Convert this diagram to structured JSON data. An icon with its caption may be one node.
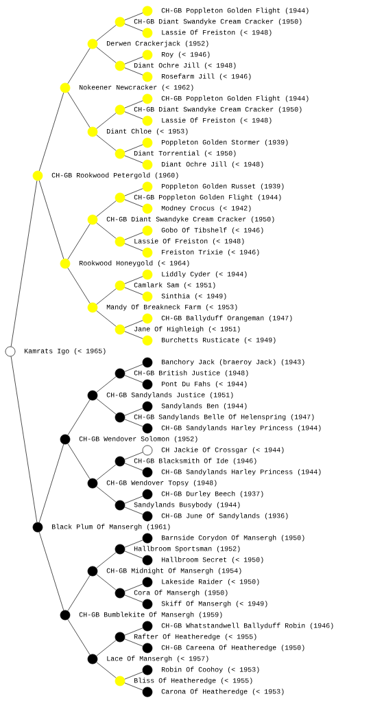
{
  "diagram": {
    "nodes": [
      {
        "text": [
          "CH-GB Poppleton Golden Flight (1944)"
        ]
      },
      {
        "text": [
          "CH-GB Diant Swandyke Cream Cracker (1950)"
        ]
      },
      {
        "text": [
          "Lassie Of Freiston (< 1948)"
        ]
      },
      {
        "text": [
          "Derwen Crackerjack (1952)"
        ]
      },
      {
        "text": [
          "Roy (< 1946)"
        ]
      },
      {
        "text": [
          "Diant Ochre Jill (< 1948)"
        ]
      },
      {
        "text": [
          "Rosefarm Jill (< 1946)"
        ]
      },
      {
        "text": [
          "Nokeener Newcracker (< 1962)"
        ]
      },
      {
        "text": [
          "CH-GB Poppleton Golden Flight (1944)"
        ]
      },
      {
        "text": [
          "CH-GB Diant Swandyke Cream Cracker (1950)"
        ]
      },
      {
        "text": [
          "Lassie Of Freiston (< 1948)"
        ]
      },
      {
        "text": [
          "Diant Chloe (< 1953)"
        ]
      },
      {
        "text": [
          "Poppleton Golden Stormer (1939)"
        ]
      },
      {
        "text": [
          "Diant Torrential (< 1950)"
        ]
      },
      {
        "text": [
          "Diant Ochre Jill (< 1948)"
        ]
      },
      {
        "text": [
          "CH-GB Rookwood Petergold (1960)"
        ]
      },
      {
        "text": [
          "Poppleton Golden Russet (1939)"
        ]
      },
      {
        "text": [
          "CH-GB Poppleton Golden Flight (1944)"
        ]
      },
      {
        "text": [
          "Modney Crocus (< 1942)"
        ]
      },
      {
        "text": [
          "CH-GB Diant Swandyke Cream Cracker (1950)"
        ]
      },
      {
        "text": [
          "Gobo Of Tibshelf (< 1946)"
        ]
      },
      {
        "text": [
          "Lassie Of Freiston (< 1948)"
        ]
      },
      {
        "text": [
          "Freiston Trixie (< 1946)"
        ]
      },
      {
        "text": [
          "Rookwood Honeygold (< 1964)"
        ]
      },
      {
        "text": [
          "Liddly Cyder (< 1944)"
        ]
      },
      {
        "text": [
          "Camlark Sam (< 1951)"
        ]
      },
      {
        "text": [
          "Sinthia (< 1949)"
        ]
      },
      {
        "text": [
          "Mandy Of Breakneck Farm (< 1953)"
        ]
      },
      {
        "text": [
          "CH-GB Ballyduff Orangeman (1947)"
        ]
      },
      {
        "text": [
          "Jane Of Highleigh (< 1951)"
        ]
      },
      {
        "text": [
          "Burchetts Rusticate (< 1949)"
        ]
      },
      {
        "text": [
          "Kamrats Igo (< 1965)"
        ]
      },
      {
        "text": [
          "Banchory Jack (braeroy Jack) (1943)"
        ]
      },
      {
        "text": [
          "CH-GB British Justice (1948)"
        ]
      },
      {
        "text": [
          "Pont Du Fahs (< 1944)"
        ]
      },
      {
        "text": [
          "CH-GB Sandylands Justice (1951)"
        ]
      },
      {
        "text": [
          "Sandylands Ben (1944)"
        ]
      },
      {
        "text": [
          "CH-GB Sandylands Belle Of Helenspring (1947)"
        ]
      },
      {
        "text": [
          "CH-GB Sandylands Harley Princess (1944)"
        ]
      },
      {
        "text": [
          "CH-GB Wendover Solomon (1952)"
        ]
      },
      {
        "text": [
          "CH Jackie Of Crossgar (< 1944)"
        ]
      },
      {
        "text": [
          "CH-GB Blacksmith Of Ide (1946)"
        ]
      },
      {
        "text": [
          "CH-GB Sandylands Harley Princess (1944)"
        ]
      },
      {
        "text": [
          "CH-GB Wendover Topsy (1948)"
        ]
      },
      {
        "text": [
          "CH-GB Durley Beech (1937)"
        ]
      },
      {
        "text": [
          "Sandylands Busybody (1944)"
        ]
      },
      {
        "text": [
          "CH-GB June Of Sandylands (1936)"
        ]
      },
      {
        "text": [
          "Black Plum Of Mansergh (1961)"
        ]
      },
      {
        "text": [
          "Barnside Corydon Of Mansergh (1950)"
        ]
      },
      {
        "text": [
          "Hallbroom Sportsman (1952)"
        ]
      },
      {
        "text": [
          "Hallbroom Secret (< 1950)"
        ]
      },
      {
        "text": [
          "CH-GB Midnight Of Mansergh (1954)"
        ]
      },
      {
        "text": [
          "Lakeside Raider (< 1950)"
        ]
      },
      {
        "text": [
          "Cora Of Mansergh (1950)"
        ]
      },
      {
        "text": [
          "Skiff Of Mansergh (< 1949)"
        ]
      },
      {
        "text": [
          "CH-GB Bumblekite Of Mansergh (1959)"
        ]
      },
      {
        "text": [
          "CH-GB Whatstandwell Ballyduff Robin (1946)"
        ]
      },
      {
        "text": [
          "Rafter Of Heatheredge (< 1955)"
        ]
      },
      {
        "text": [
          "CH-GB Careena Of Heatheredge (1950)"
        ]
      },
      {
        "text": [
          "Lace Of Mansergh (< 1957)"
        ]
      },
      {
        "text": [
          "Robin Of Coohoy (< 1953)"
        ]
      },
      {
        "text": [
          "Bliss Of Heatheredge (< 1955)"
        ]
      },
      {
        "text": [
          "Carona Of Heatheredge (< 1953)"
        ]
      }
    ],
    "edges": [
      {
        "from": 1,
        "to": 0,
        "arrow": "none"
      },
      {
        "from": 3,
        "to": 1,
        "arrow": "none"
      },
      {
        "from": 1,
        "to": 2,
        "arrow": "none"
      },
      {
        "from": 7,
        "to": 3,
        "arrow": "none"
      },
      {
        "from": 5,
        "to": 4,
        "arrow": "none"
      },
      {
        "from": 3,
        "to": 5,
        "arrow": "none"
      },
      {
        "from": 5,
        "to": 6,
        "arrow": "none"
      },
      {
        "from": 15,
        "to": 7,
        "arrow": "none"
      },
      {
        "from": 9,
        "to": 8,
        "arrow": "none"
      },
      {
        "from": 11,
        "to": 9,
        "arrow": "none"
      },
      {
        "from": 9,
        "to": 10,
        "arrow": "none"
      },
      {
        "from": 7,
        "to": 11,
        "arrow": "none"
      },
      {
        "from": 13,
        "to": 12,
        "arrow": "none"
      },
      {
        "from": 11,
        "to": 13,
        "arrow": "none"
      },
      {
        "from": 13,
        "to": 14,
        "arrow": "none"
      },
      {
        "from": 31,
        "to": 15,
        "arrow": "none"
      },
      {
        "from": 17,
        "to": 16,
        "arrow": "none"
      },
      {
        "from": 19,
        "to": 17,
        "arrow": "none"
      },
      {
        "from": 17,
        "to": 18,
        "arrow": "none"
      },
      {
        "from": 23,
        "to": 19,
        "arrow": "none"
      },
      {
        "from": 21,
        "to": 20,
        "arrow": "none"
      },
      {
        "from": 19,
        "to": 21,
        "arrow": "none"
      },
      {
        "from": 21,
        "to": 22,
        "arrow": "none"
      },
      {
        "from": 15,
        "to": 23,
        "arrow": "none"
      },
      {
        "from": 25,
        "to": 24,
        "arrow": "none"
      },
      {
        "from": 27,
        "to": 25,
        "arrow": "none"
      },
      {
        "from": 25,
        "to": 26,
        "arrow": "none"
      },
      {
        "from": 23,
        "to": 27,
        "arrow": "none"
      },
      {
        "from": 29,
        "to": 28,
        "arrow": "none"
      },
      {
        "from": 27,
        "to": 29,
        "arrow": "none"
      },
      {
        "from": 29,
        "to": 30,
        "arrow": "none"
      },
      {
        "from": 33,
        "to": 32,
        "arrow": "none"
      },
      {
        "from": 35,
        "to": 33,
        "arrow": "none"
      },
      {
        "from": 33,
        "to": 34,
        "arrow": "none"
      },
      {
        "from": 39,
        "to": 35,
        "arrow": "none"
      },
      {
        "from": 37,
        "to": 36,
        "arrow": "none"
      },
      {
        "from": 35,
        "to": 37,
        "arrow": "none"
      },
      {
        "from": 37,
        "to": 38,
        "arrow": "none"
      },
      {
        "from": 47,
        "to": 39,
        "arrow": "none"
      },
      {
        "from": 41,
        "to": 40,
        "arrow": "none"
      },
      {
        "from": 43,
        "to": 41,
        "arrow": "none"
      },
      {
        "from": 41,
        "to": 42,
        "arrow": "none"
      },
      {
        "from": 39,
        "to": 43,
        "arrow": "none"
      },
      {
        "from": 45,
        "to": 44,
        "arrow": "none"
      },
      {
        "from": 43,
        "to": 45,
        "arrow": "none"
      },
      {
        "from": 45,
        "to": 46,
        "arrow": "none"
      },
      {
        "from": 31,
        "to": 47,
        "arrow": "none"
      },
      {
        "from": 49,
        "to": 48,
        "arrow": "none"
      },
      {
        "from": 51,
        "to": 49,
        "arrow": "none"
      },
      {
        "from": 49,
        "to": 50,
        "arrow": "none"
      },
      {
        "from": 55,
        "to": 51,
        "arrow": "none"
      },
      {
        "from": 53,
        "to": 52,
        "arrow": "none"
      },
      {
        "from": 51,
        "to": 53,
        "arrow": "none"
      },
      {
        "from": 53,
        "to": 54,
        "arrow": "none"
      },
      {
        "from": 47,
        "to": 55,
        "arrow": "none"
      },
      {
        "from": 57,
        "to": 56,
        "arrow": "none"
      },
      {
        "from": 59,
        "to": 57,
        "arrow": "none"
      },
      {
        "from": 57,
        "to": 58,
        "arrow": "none"
      },
      {
        "from": 55,
        "to": 59,
        "arrow": "none"
      },
      {
        "from": 61,
        "to": 60,
        "arrow": "none"
      },
      {
        "from": 59,
        "to": 61,
        "arrow": "none"
      },
      {
        "from": 61,
        "to": 62,
        "arrow": "none"
      }
    ]
  }
}
